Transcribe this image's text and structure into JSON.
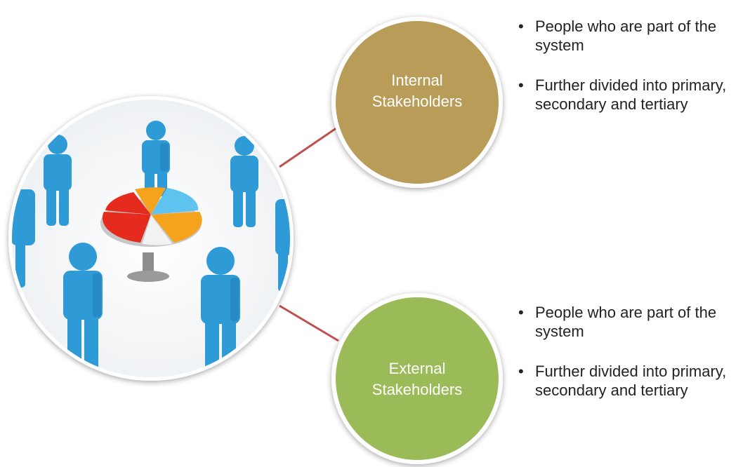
{
  "colors": {
    "internal_fill": "#B99C58",
    "external_fill": "#9BBB59",
    "connector": "#C0504D",
    "ring": "#ffffff",
    "figure_blue": "#2E9AD6",
    "pie_red": "#E52A1E",
    "pie_orange": "#F5A21C",
    "pie_light_blue": "#5EC3EE",
    "pie_white": "#F2F2F2"
  },
  "center_image": {
    "icon": "people-around-pie-chart-icon"
  },
  "internal": {
    "label_line1": "Internal",
    "label_line2": "Stakeholders",
    "bullets": [
      "People who are part of the system",
      "Further divided into primary, secondary and tertiary"
    ]
  },
  "external": {
    "label_line1": "External",
    "label_line2": "Stakeholders",
    "bullets": [
      "People who are part of the system",
      "Further divided into primary, secondary and tertiary"
    ]
  }
}
